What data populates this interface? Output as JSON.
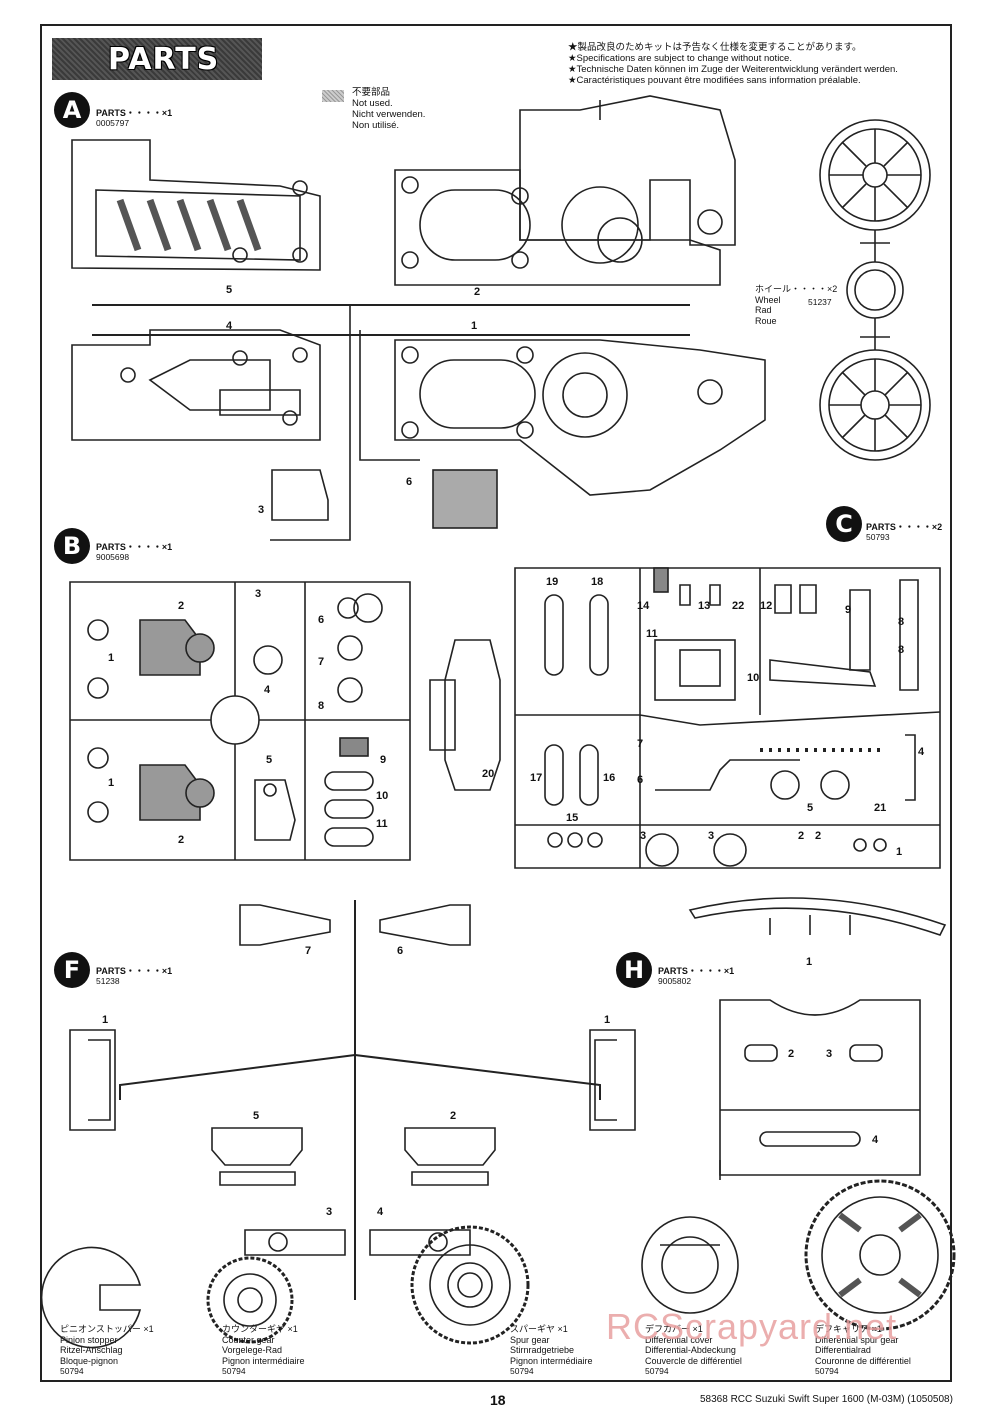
{
  "header": {
    "title": "PARTS",
    "notice": [
      "★製品改良のためキットは予告なく仕様を変更することがあります。",
      "★Specifications are subject to change without notice.",
      "★Technische Daten können im Zuge der Weiterentwicklung verändert werden.",
      "★Caractéristiques pouvant être modifiées sans information préalable."
    ],
    "not_used": [
      "不要部品",
      "Not used.",
      "Nicht verwenden.",
      "Non utilisé."
    ]
  },
  "trees": {
    "A": {
      "letter": "A",
      "label": "PARTS・・・・×1",
      "code": "0005797",
      "numbers": [
        "5",
        "2",
        "4",
        "1",
        "3",
        "6"
      ]
    },
    "B": {
      "letter": "B",
      "label": "PARTS・・・・×1",
      "code": "9005698",
      "numbers": [
        "2",
        "3",
        "6",
        "1",
        "7",
        "4",
        "8",
        "5",
        "9",
        "1",
        "10",
        "11",
        "2"
      ]
    },
    "C": {
      "letter": "C",
      "label": "PARTS・・・・×2",
      "code": "50793",
      "numbers": [
        "19",
        "18",
        "14",
        "13",
        "22",
        "12",
        "9",
        "8",
        "11",
        "8",
        "10",
        "7",
        "4",
        "17",
        "16",
        "6",
        "20",
        "5",
        "21",
        "15",
        "3",
        "3",
        "2",
        "2",
        "1"
      ]
    },
    "F": {
      "letter": "F",
      "label": "PARTS・・・・×1",
      "code": "51238",
      "numbers": [
        "7",
        "6",
        "1",
        "1",
        "5",
        "2",
        "3",
        "4"
      ]
    },
    "H": {
      "letter": "H",
      "label": "PARTS・・・・×1",
      "code": "9005802",
      "numbers": [
        "1",
        "2",
        "3",
        "4"
      ]
    }
  },
  "wheel": {
    "lines": [
      "ホイール・・・・×2",
      "Wheel",
      "Rad",
      "Roue"
    ],
    "code": "51237"
  },
  "bottom_parts": [
    {
      "lines": [
        "ピニオンストッパー ×1",
        "Pinion stopper",
        "Ritzel-Anschlag",
        "Bloque-pignon"
      ],
      "code": "50794"
    },
    {
      "lines": [
        "カウンターギヤ ×1",
        "Counter gear",
        "Vorgelege-Rad",
        "Pignon intermédiaire"
      ],
      "code": "50794"
    },
    {
      "lines": [
        "スパーギヤ ×1",
        "Spur gear",
        "Stirnradgetriebe",
        "Pignon intermédiaire"
      ],
      "code": "50794"
    },
    {
      "lines": [
        "デフカバー ×1",
        "Differential cover",
        "Differential-Abdeckung",
        "Couvercle de différentiel"
      ],
      "code": "50794"
    },
    {
      "lines": [
        "デフキャリア ×1",
        "Differential spur gear",
        "Differentialrad",
        "Couronne de différentiel"
      ],
      "code": "50794"
    }
  ],
  "footer": {
    "page": "18",
    "model": "58368 RCC Suzuki Swift Super 1600 (M-03M) (1050508)"
  },
  "watermark": "RCScrapyard.net"
}
